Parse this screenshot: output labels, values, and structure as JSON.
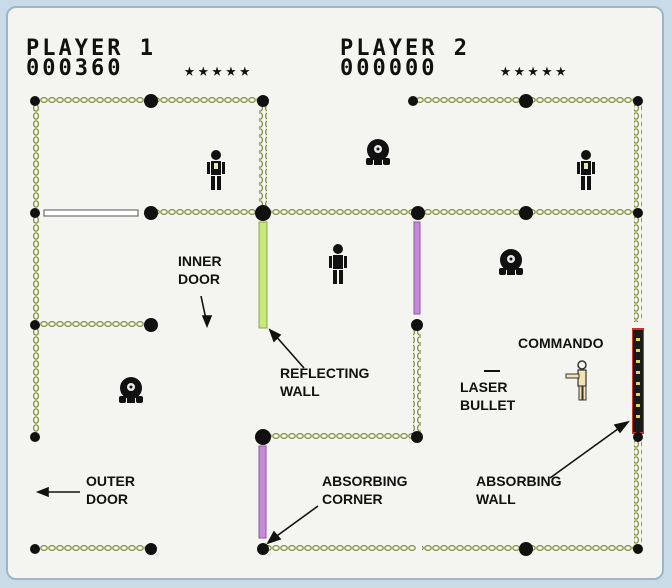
{
  "player1": {
    "label": "PLAYER 1",
    "score": "000360",
    "lives": "★★★★★"
  },
  "player2": {
    "label": "PLAYER 2",
    "score": "000000",
    "lives": "★★★★★"
  },
  "labels": {
    "inner_door_1": "INNER",
    "inner_door_2": "DOOR",
    "reflecting_1": "REFLECTING",
    "reflecting_2": "WALL",
    "commando": "COMMANDO",
    "laser_1": "LASER",
    "laser_2": "BULLET",
    "outer_door_1": "OUTER",
    "outer_door_2": "DOOR",
    "abs_corner_1": "ABSORBING",
    "abs_corner_2": "CORNER",
    "abs_wall_1": "ABSORBING",
    "abs_wall_2": "WALL"
  },
  "colors": {
    "background": "#f4f4f0",
    "reflecting_wall": "#c9e87a",
    "magenta_wall": "#c98ad8",
    "absorbing_wall": "#c0392b",
    "chain": "#8a9a3a"
  }
}
